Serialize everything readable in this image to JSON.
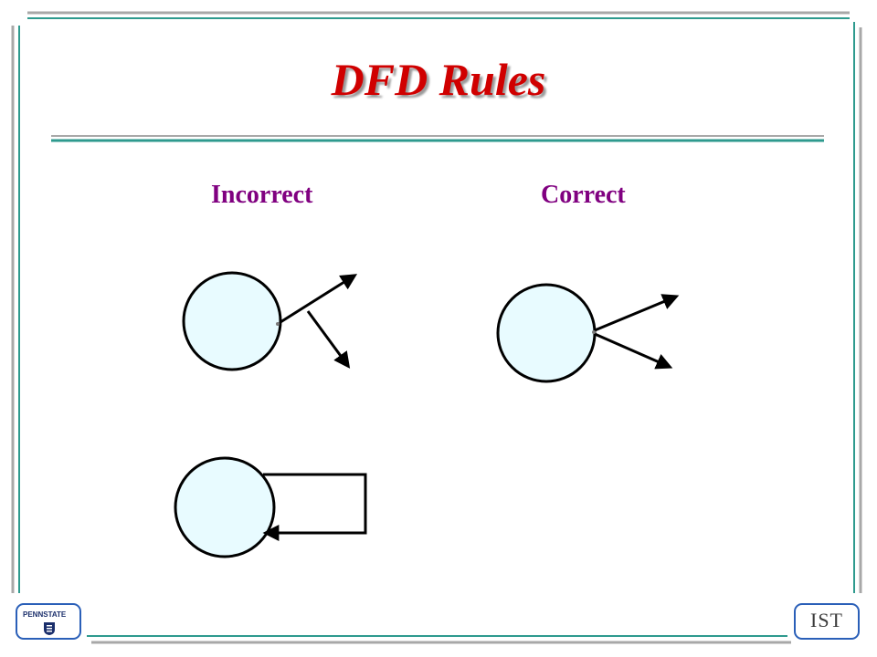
{
  "slide": {
    "title": "DFD Rules",
    "labels": {
      "incorrect": "Incorrect",
      "correct": "Correct"
    }
  },
  "logos": {
    "left": {
      "text": "PENNSTATE",
      "icon": "penn-state-shield-icon"
    },
    "right": {
      "text": "IST"
    }
  },
  "colors": {
    "title": "#d00000",
    "title_shadow": "#9a9a9a",
    "labels": "#800080",
    "process_fill": "#e8fbff",
    "frame_teal": "#2e9a8e",
    "frame_gray": "#a8a8a8",
    "logo_border": "#2a5fb8"
  }
}
